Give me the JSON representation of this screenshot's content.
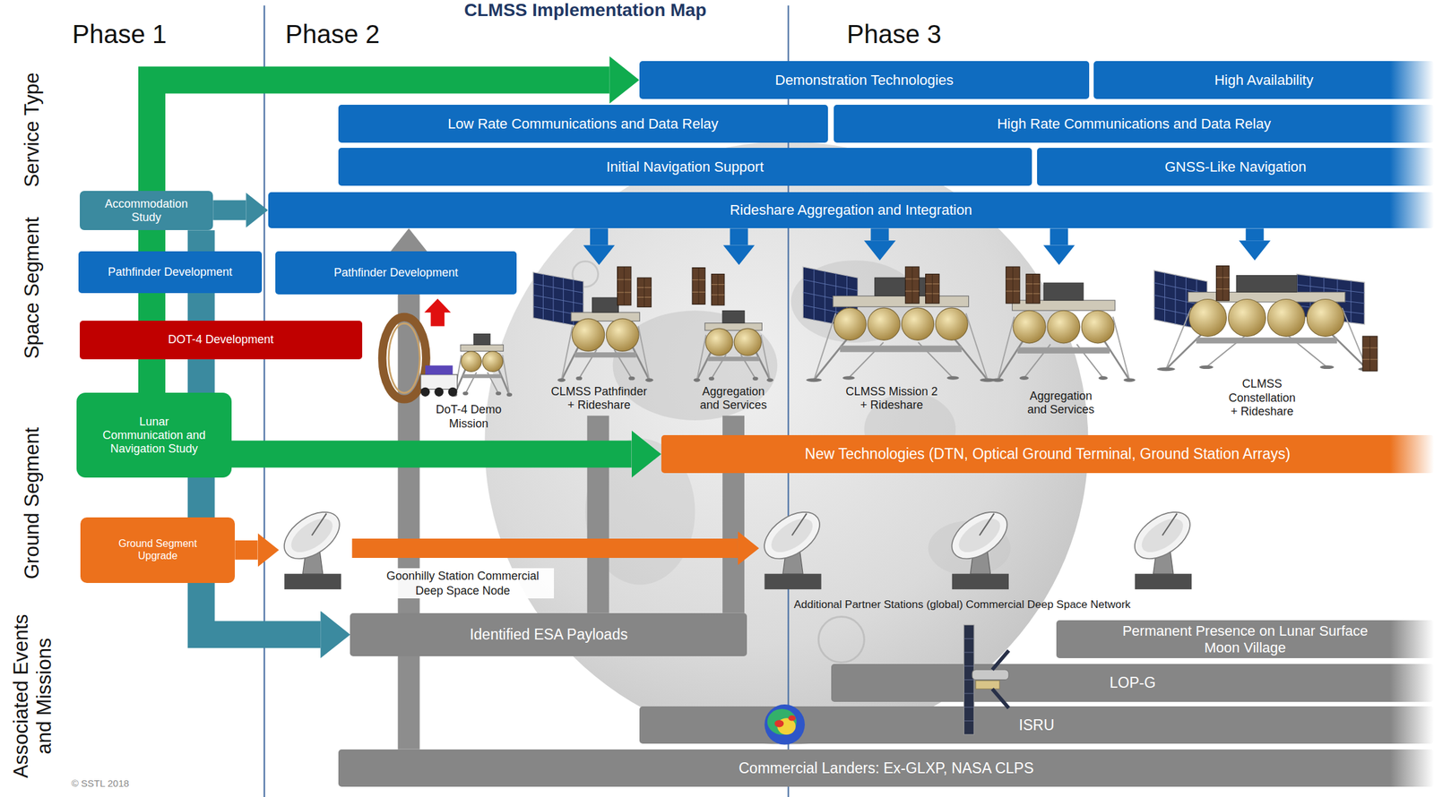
{
  "diagram": {
    "title": "CLMSS Implementation Map",
    "nodes": [
      {
        "text": [
          "Demonstration Technologies"
        ]
      },
      {
        "text": [
          "High Availability"
        ]
      },
      {
        "text": [
          "Low Rate Communications and Data Relay"
        ]
      },
      {
        "text": [
          "High Rate Communications and Data Relay"
        ]
      },
      {
        "text": [
          "Initial Navigation Support"
        ]
      },
      {
        "text": [
          "GNSS-Like Navigation"
        ]
      },
      {
        "text": [
          "Accommodation Study"
        ]
      },
      {
        "text": [
          "Rideshare Aggregation and Integration"
        ]
      },
      {
        "text": [
          "Pathfinder Development"
        ]
      },
      {
        "text": [
          "Pathfinder Development"
        ]
      },
      {
        "text": [
          "DOT-4 Development"
        ]
      },
      {
        "text": [
          "DoT-4 Demo Mission"
        ]
      },
      {
        "text": [
          "CLMSS Pathfinder + Rideshare"
        ]
      },
      {
        "text": [
          "Aggregation and Services"
        ]
      },
      {
        "text": [
          "CLMSS Mission 2 + Rideshare"
        ]
      },
      {
        "text": [
          "Aggregation and Services"
        ]
      },
      {
        "text": [
          "CLMSS Constellation + Rideshare"
        ]
      },
      {
        "text": [
          "Lunar Communication and Navigation Study"
        ]
      },
      {
        "text": [
          "New Technologies (DTN, Optical Ground Terminal, Ground Station Arrays)"
        ]
      },
      {
        "text": [
          "Ground Segment Upgrade"
        ]
      },
      {
        "text": [
          "Goonhilly Station Commercial Deep Space Node"
        ]
      },
      {
        "text": [
          "Additional Partner Stations (global) Commercial Deep Space Network"
        ]
      },
      {
        "text": [
          "Identified ESA Payloads"
        ]
      },
      {
        "text": [
          "Permanent Presence on Lunar Surface Moon Village"
        ]
      },
      {
        "text": [
          "LOP-G"
        ]
      },
      {
        "text": [
          "ISRU"
        ]
      },
      {
        "text": [
          "Commercial Landers: Ex-GLXP, NASA CLPS"
        ]
      }
    ],
    "edges": [
      {
        "from": 22,
        "to": 12,
        "arrow": "none"
      },
      {
        "from": 22,
        "to": 13,
        "arrow": "none"
      },
      {
        "from": 26,
        "to": 7,
        "arrow": "to"
      },
      {
        "from": 17,
        "to": 0,
        "arrow": "to"
      },
      {
        "from": 17,
        "to": 18,
        "arrow": "to"
      },
      {
        "from": 6,
        "to": 7,
        "arrow": "to"
      },
      {
        "from": 6,
        "to": 22,
        "arrow": "to"
      },
      {
        "from": 7,
        "to": 12,
        "arrow": "to"
      },
      {
        "from": 7,
        "to": 13,
        "arrow": "to"
      },
      {
        "from": 7,
        "to": 14,
        "arrow": "to"
      },
      {
        "from": 7,
        "to": 15,
        "arrow": "to"
      },
      {
        "from": 7,
        "to": 16,
        "arrow": "to"
      },
      {
        "from": 19,
        "to": 20,
        "arrow": "to"
      },
      {
        "from": 20,
        "to": 21,
        "arrow": "to"
      }
    ],
    "labels": [
      "Phase 1",
      "Phase 2",
      "Phase 3",
      "Service Type",
      "Space Segment",
      "Ground Segment",
      "Associated Events and Missions",
      "© SSTL 2018"
    ]
  }
}
